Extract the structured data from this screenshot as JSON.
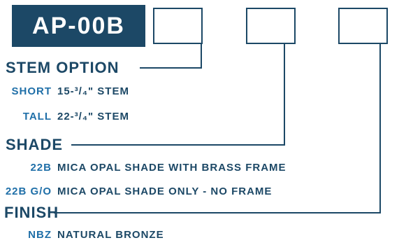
{
  "model": "AP-00B",
  "sections": [
    {
      "heading": "STEM OPTION",
      "options": [
        {
          "code": "SHORT",
          "desc": "15-³/₄\" STEM"
        },
        {
          "code": "TALL",
          "desc": "22-³/₄\" STEM"
        }
      ]
    },
    {
      "heading": "SHADE",
      "options": [
        {
          "code": "22B",
          "desc": "MICA OPAL SHADE WITH BRASS FRAME"
        },
        {
          "code": "22B G/O",
          "desc": "MICA OPAL SHADE ONLY - NO FRAME"
        }
      ]
    },
    {
      "heading": "FINISH",
      "options": [
        {
          "code": "NBZ",
          "desc": "NATURAL BRONZE"
        }
      ]
    }
  ],
  "colors": {
    "navy": "#1c4866",
    "code_blue": "#1f6fa8",
    "line": "#1c4866"
  }
}
